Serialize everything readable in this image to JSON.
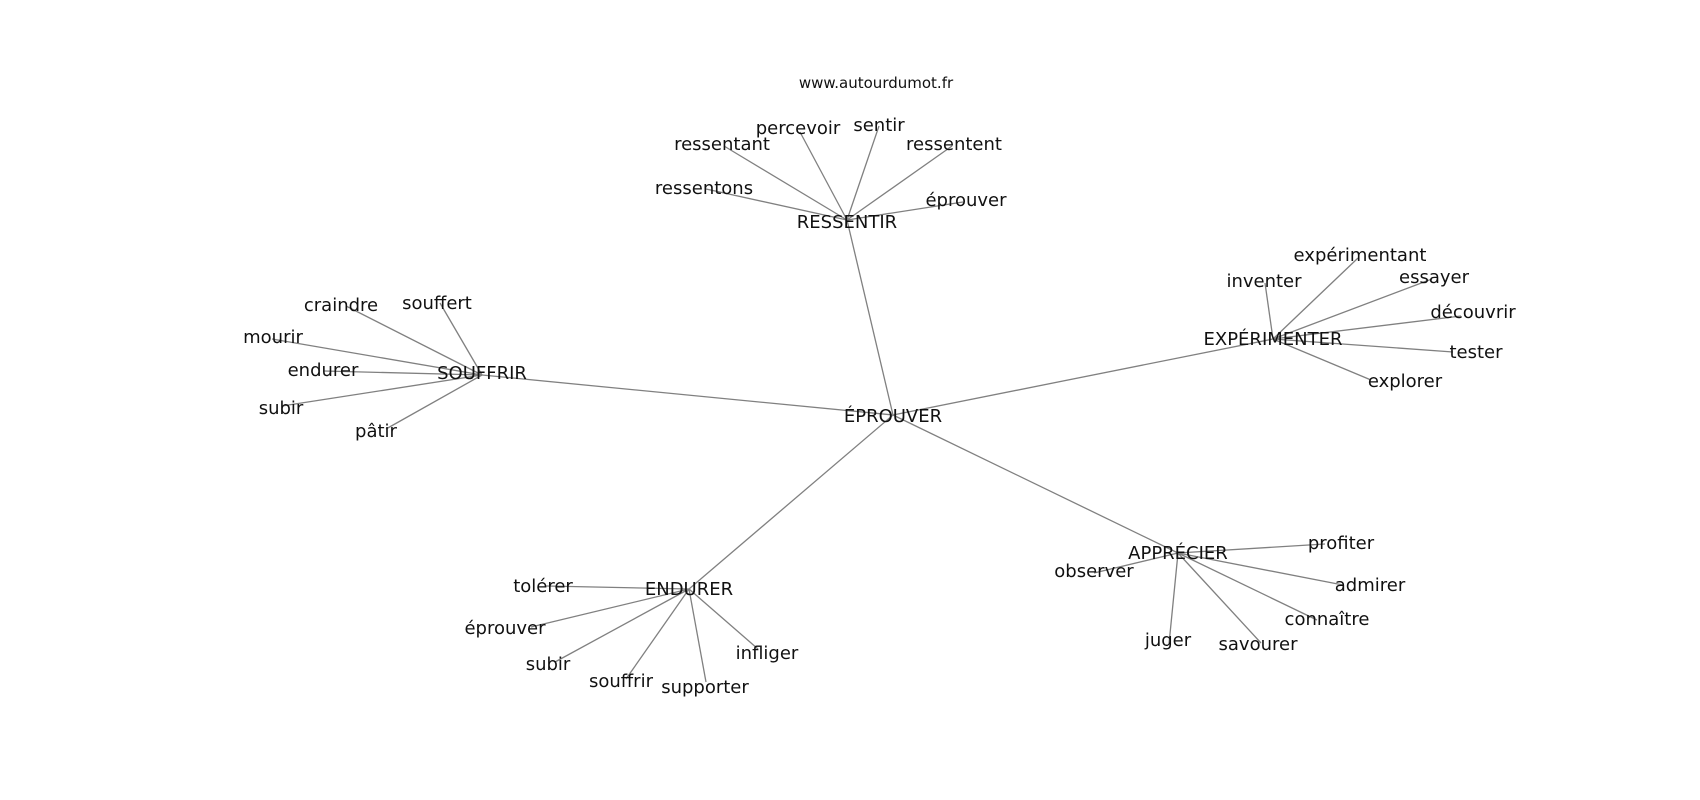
{
  "source": "www.autourdumot.fr",
  "center": "ÉPROUVER",
  "groups": [
    {
      "hub": "RESSENTIR",
      "leaves": [
        "percevoir",
        "sentir",
        "ressentant",
        "ressentent",
        "ressentons",
        "éprouver"
      ]
    },
    {
      "hub": "SOUFFRIR",
      "leaves": [
        "craindre",
        "souffert",
        "mourir",
        "endurer",
        "subir",
        "pâtir"
      ]
    },
    {
      "hub": "EXPÉRIMENTER",
      "leaves": [
        "expérimentant",
        "inventer",
        "essayer",
        "découvrir",
        "tester",
        "explorer"
      ]
    },
    {
      "hub": "ENDURER",
      "leaves": [
        "tolérer",
        "éprouver",
        "subir",
        "souffrir",
        "supporter",
        "infliger"
      ]
    },
    {
      "hub": "APPRÉCIER",
      "leaves": [
        "profiter",
        "observer",
        "admirer",
        "connaître",
        "juger",
        "savourer"
      ]
    }
  ]
}
